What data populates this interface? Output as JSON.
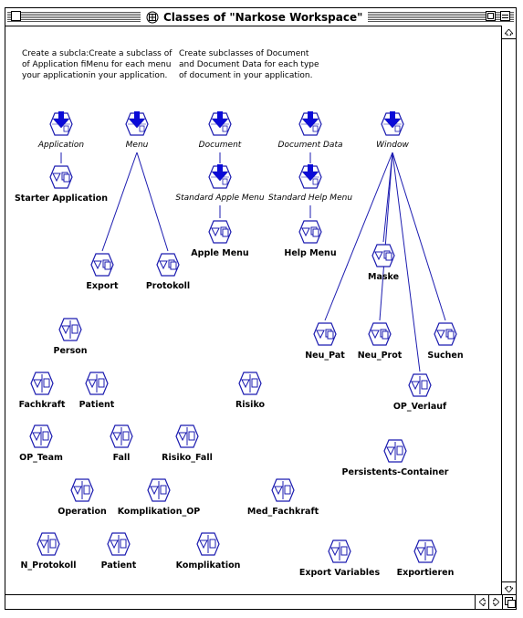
{
  "window": {
    "title": "Classes of \"Narkose Workspace\"",
    "title_icon": "class-browser-icon"
  },
  "notes": {
    "left": "Create a subcla:Create a subclass of\nof Application fiMenu for each menu\nyour applicationin your application.",
    "right": "Create subclasses of Document\nand Document Data for each type\nof document in your application."
  },
  "nodes": [
    {
      "id": "application",
      "label": "Application",
      "kind": "abstract"
    },
    {
      "id": "menu",
      "label": "Menu",
      "kind": "abstract"
    },
    {
      "id": "document",
      "label": "Document",
      "kind": "abstract"
    },
    {
      "id": "document-data",
      "label": "Document Data",
      "kind": "abstract"
    },
    {
      "id": "window",
      "label": "Window",
      "kind": "abstract"
    },
    {
      "id": "starter-application",
      "label": "Starter Application",
      "kind": "class"
    },
    {
      "id": "standard-apple-menu",
      "label": "Standard Apple Menu",
      "kind": "abstract"
    },
    {
      "id": "standard-help-menu",
      "label": "Standard Help Menu",
      "kind": "abstract"
    },
    {
      "id": "apple-menu",
      "label": "Apple Menu",
      "kind": "class"
    },
    {
      "id": "help-menu",
      "label": "Help Menu",
      "kind": "class"
    },
    {
      "id": "maske",
      "label": "Maske",
      "kind": "class"
    },
    {
      "id": "export",
      "label": "Export",
      "kind": "class"
    },
    {
      "id": "protokoll",
      "label": "Protokoll",
      "kind": "class"
    },
    {
      "id": "person",
      "label": "Person",
      "kind": "data"
    },
    {
      "id": "neu-pat",
      "label": "Neu_Pat",
      "kind": "class"
    },
    {
      "id": "neu-prot",
      "label": "Neu_Prot",
      "kind": "class"
    },
    {
      "id": "suchen",
      "label": "Suchen",
      "kind": "class"
    },
    {
      "id": "fachkraft",
      "label": "Fachkraft",
      "kind": "data"
    },
    {
      "id": "patient-1",
      "label": "Patient",
      "kind": "data"
    },
    {
      "id": "risiko",
      "label": "Risiko",
      "kind": "data"
    },
    {
      "id": "op-verlauf",
      "label": "OP_Verlauf",
      "kind": "data"
    },
    {
      "id": "op-team",
      "label": "OP_Team",
      "kind": "data"
    },
    {
      "id": "fall",
      "label": "Fall",
      "kind": "data"
    },
    {
      "id": "risiko-fall",
      "label": "Risiko_Fall",
      "kind": "data"
    },
    {
      "id": "persistents-container",
      "label": "Persistents-Container",
      "kind": "data"
    },
    {
      "id": "operation",
      "label": "Operation",
      "kind": "data"
    },
    {
      "id": "komplikation-op",
      "label": "Komplikation_OP",
      "kind": "data"
    },
    {
      "id": "med-fachkraft",
      "label": "Med_Fachkraft",
      "kind": "data"
    },
    {
      "id": "n-protokoll",
      "label": "N_Protokoll",
      "kind": "data"
    },
    {
      "id": "patient-2",
      "label": "Patient",
      "kind": "data"
    },
    {
      "id": "komplikation",
      "label": "Komplikation",
      "kind": "data"
    },
    {
      "id": "export-variables",
      "label": "Export Variables",
      "kind": "data"
    },
    {
      "id": "exportieren",
      "label": "Exportieren",
      "kind": "data"
    }
  ],
  "edges": [
    [
      "application",
      "starter-application"
    ],
    [
      "menu",
      "export"
    ],
    [
      "menu",
      "protokoll"
    ],
    [
      "document",
      "standard-apple-menu"
    ],
    [
      "document-data",
      "standard-help-menu"
    ],
    [
      "standard-apple-menu",
      "apple-menu"
    ],
    [
      "standard-help-menu",
      "help-menu"
    ],
    [
      "window",
      "maske"
    ],
    [
      "window",
      "neu-pat"
    ],
    [
      "window",
      "neu-prot"
    ],
    [
      "window",
      "suchen"
    ],
    [
      "window",
      "op-verlauf"
    ]
  ],
  "colors": {
    "node": "#1b1bb0",
    "arrow": "#0a0ad8",
    "text": "#000000"
  }
}
